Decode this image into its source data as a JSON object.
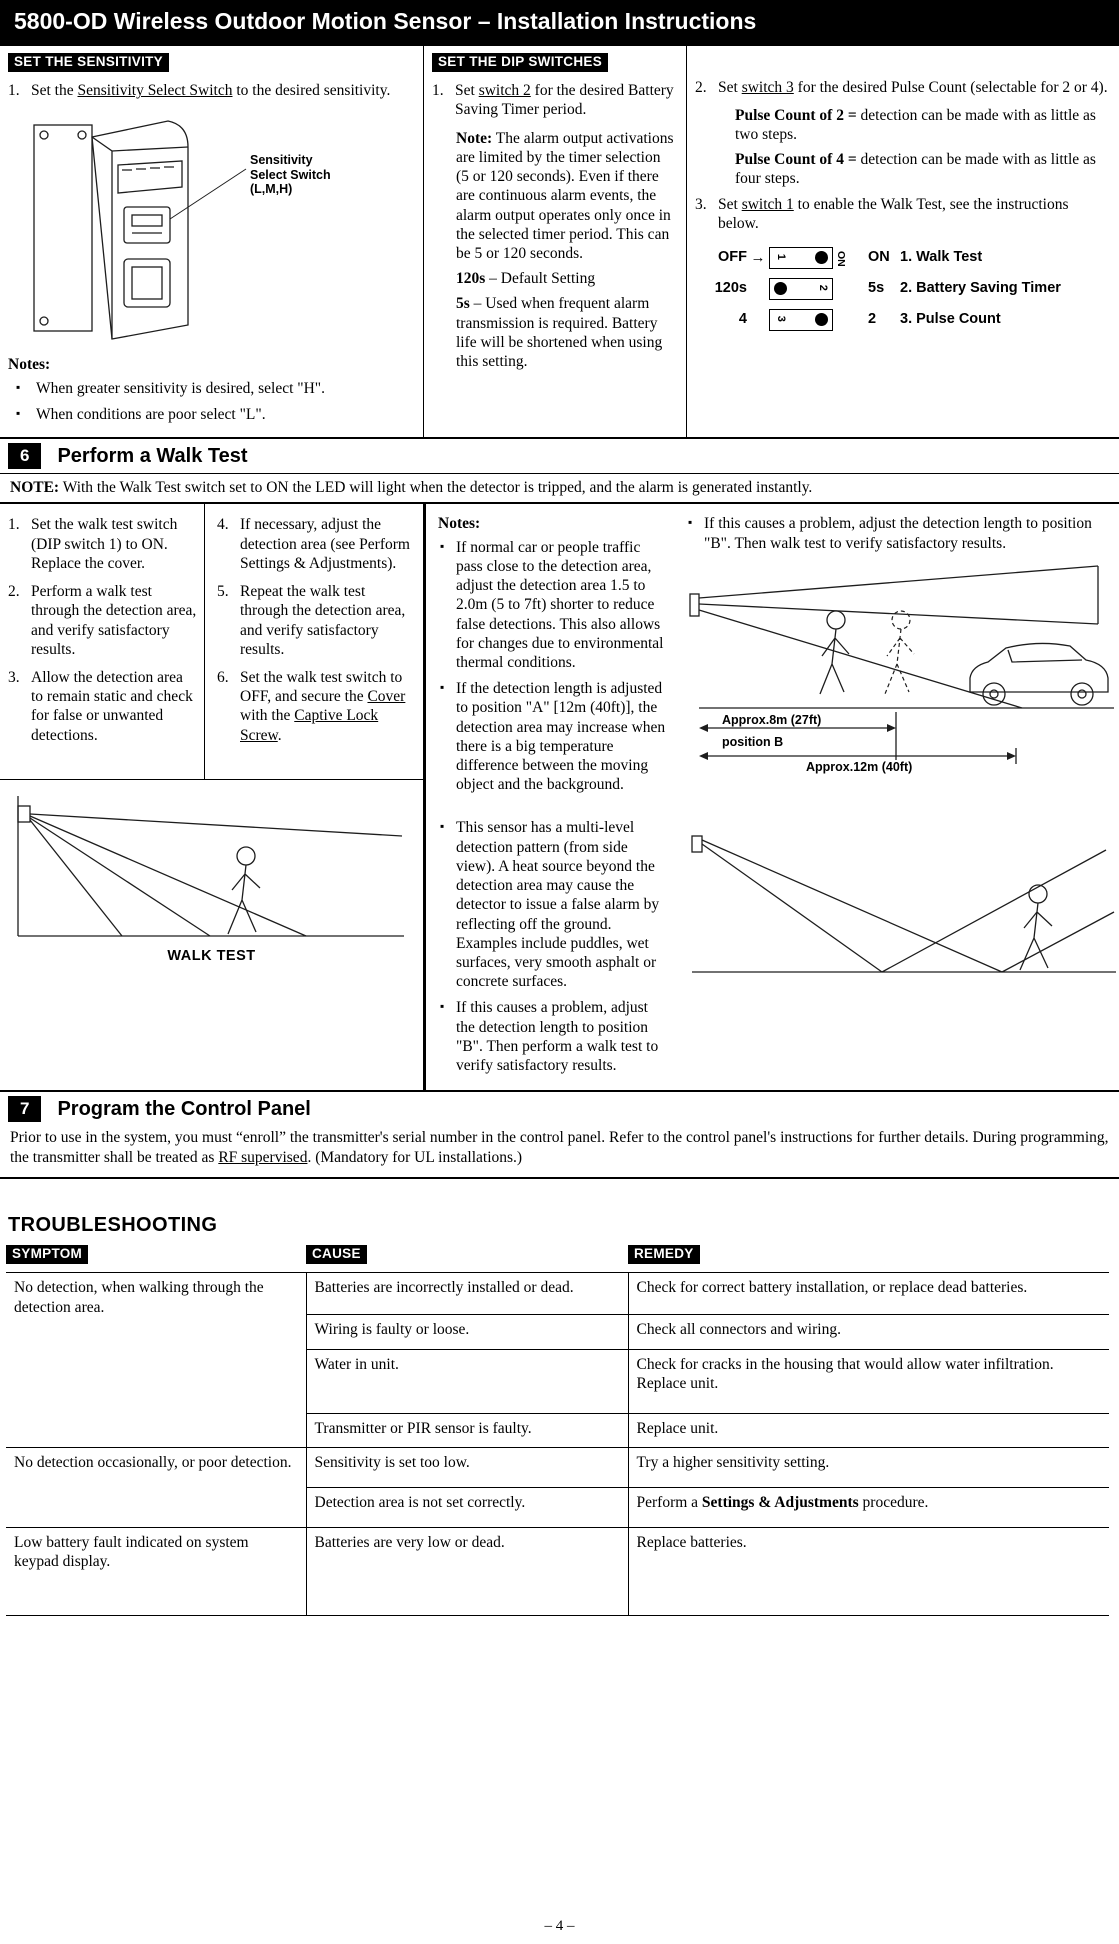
{
  "titlebar": "5800-OD Wireless Outdoor Motion Sensor –  Installation Instructions",
  "sensitivity": {
    "tag": "SET THE SENSITIVITY",
    "step1_num": "1.",
    "step1_pre": "Set the ",
    "step1_u": "Sensitivity Select Switch",
    "step1_post": " to the desired sensitivity.",
    "callout1": "Sensitivity",
    "callout2": "Select Switch",
    "callout3": "(L,M,H)",
    "notes_label": "Notes:",
    "note1": "When greater sensitivity is desired, select \"H\".",
    "note2": "When conditions are poor select \"L\"."
  },
  "dip": {
    "tag": "SET THE DIP SWITCHES",
    "step1_num": "1.",
    "step1_pre": "Set ",
    "step1_u": "switch 2",
    "step1_post": " for the desired Battery Saving Timer period.",
    "note_label": "Note:",
    "note_text": " The alarm output activations are limited by the timer selection (5 or 120 seconds).  Even if there are continuous alarm events, the alarm output operates only once in the selected timer period.  This can be 5 or 120 seconds.",
    "s120_label": "120s",
    "s120_text": " – Default Setting",
    "s5_label": "5s",
    "s5_text": " – Used when frequent alarm transmission is required.  Battery life will be shortened when using this setting.",
    "step2_num": "2.",
    "step2_pre": "Set ",
    "step2_u": "switch 3",
    "step2_post": " for the desired Pulse Count (selectable for 2 or 4).",
    "pc2_label": "Pulse Count of 2 =",
    "pc2_text": " detection can be made with as little as two steps.",
    "pc4_label": "Pulse Count of 4 =",
    "pc4_text": " detection can be made with as little as four steps.",
    "step3_num": "3.",
    "step3_pre": "Set ",
    "step3_u": "switch 1",
    "step3_post": " to enable the Walk Test, see the instructions below.",
    "diag": {
      "off": "OFF",
      "t120": "120s",
      "t4": "4",
      "arrow": "→",
      "on_vert": "ON",
      "n1": "1",
      "n2": "2",
      "n3": "3",
      "leg1_b": "ON",
      "leg1_t": "1. Walk Test",
      "leg2_b": "5s",
      "leg2_t": "2. Battery Saving Timer",
      "leg3_b": "2",
      "leg3_t": "3. Pulse Count"
    }
  },
  "walk": {
    "num": "6",
    "title": "Perform a Walk Test",
    "note_label": "NOTE:",
    "note_text": " With the Walk Test switch set to ON the LED will light when the detector is tripped, and the alarm is generated instantly.",
    "s1_num": "1.",
    "s1": "Set the walk test switch (DIP switch 1) to ON.  Replace the cover.",
    "s2_num": "2.",
    "s2": "Perform a walk test through the detection area, and verify satisfactory results.",
    "s3_num": "3.",
    "s3": "Allow the detection area to remain static and check for false or unwanted detections.",
    "s4_num": "4.",
    "s4": "If necessary, adjust the detection area (see Perform Settings & Adjustments).",
    "s5_num": "5.",
    "s5": "Repeat the walk test through the detection area, and verify satisfactory results.",
    "s6_num": "6.",
    "s6_pre": "Set the walk test switch to OFF, and secure the ",
    "s6_u1": "Cover",
    "s6_mid": " with the ",
    "s6_u2": "Captive Lock Screw",
    "s6_post": ".",
    "notes_label": "Notes:",
    "n1": "If normal car or people traffic pass close to the detection area, adjust the detection area 1.5 to 2.0m (5 to 7ft) shorter to reduce false detections.  This also allows for changes due to environmental thermal conditions.",
    "n2": "If the detection length is adjusted to position \"A\" [12m (40ft)], the detection area may increase when there is a big temperature difference between the moving object and the background.",
    "n3": "If this causes a problem, adjust the detection length to position \"B\".  Then walk test to verify satisfactory results.",
    "dim8": "Approx.8m (27ft)",
    "posB": "position B",
    "dim12": "Approx.12m (40ft)",
    "caption": "WALK TEST",
    "m1": "This sensor has a multi-level detection pattern (from side view).  A heat source beyond the detection area may cause the detector to issue a false alarm by reflecting off the ground.  Examples include puddles, wet surfaces, very smooth asphalt or concrete surfaces.",
    "m2": "If this causes a problem, adjust the detection length to position \"B\".  Then perform a walk test to verify satisfactory results."
  },
  "program": {
    "num": "7",
    "title": "Program the Control Panel",
    "p_pre": "Prior to use in the system, you must “enroll” the transmitter's serial number in the control panel.  Refer to the control panel's instructions for further details.  During programming, the transmitter shall be treated as ",
    "p_u": "RF supervised",
    "p_post": ".  (Mandatory for UL installations.)"
  },
  "ts": {
    "title": "TROUBLESHOOTING",
    "h_symptom": "SYMPTOM",
    "h_cause": "CAUSE",
    "h_remedy": "REMEDY",
    "g1_symptom": "No detection, when walking through the detection area.",
    "g1r1_cause": "Batteries are incorrectly installed or dead.",
    "g1r1_remedy": "Check for correct battery installation, or replace dead batteries.",
    "g1r2_cause": "Wiring is faulty or loose.",
    "g1r2_remedy": "Check all connectors and wiring.",
    "g1r3_cause": "Water in unit.",
    "g1r3_remedy": "Check for cracks in the housing that would allow water infiltration.  Replace unit.",
    "g1r4_cause": "Transmitter or PIR sensor is faulty.",
    "g1r4_remedy": "Replace unit.",
    "g2_symptom": "No detection occasionally, or poor detection.",
    "g2r1_cause": "Sensitivity is set too low.",
    "g2r1_remedy": "Try a higher sensitivity setting.",
    "g2r2_cause": "Detection area is not set correctly.",
    "g2r2_remedy_pre": "Perform a ",
    "g2r2_remedy_b": "Settings & Adjustments",
    "g2r2_remedy_post": " procedure.",
    "g3_symptom": "Low battery fault indicated on system keypad display.",
    "g3r1_cause": "Batteries are very low or dead.",
    "g3r1_remedy": "Replace batteries."
  },
  "footer": "– 4 –"
}
